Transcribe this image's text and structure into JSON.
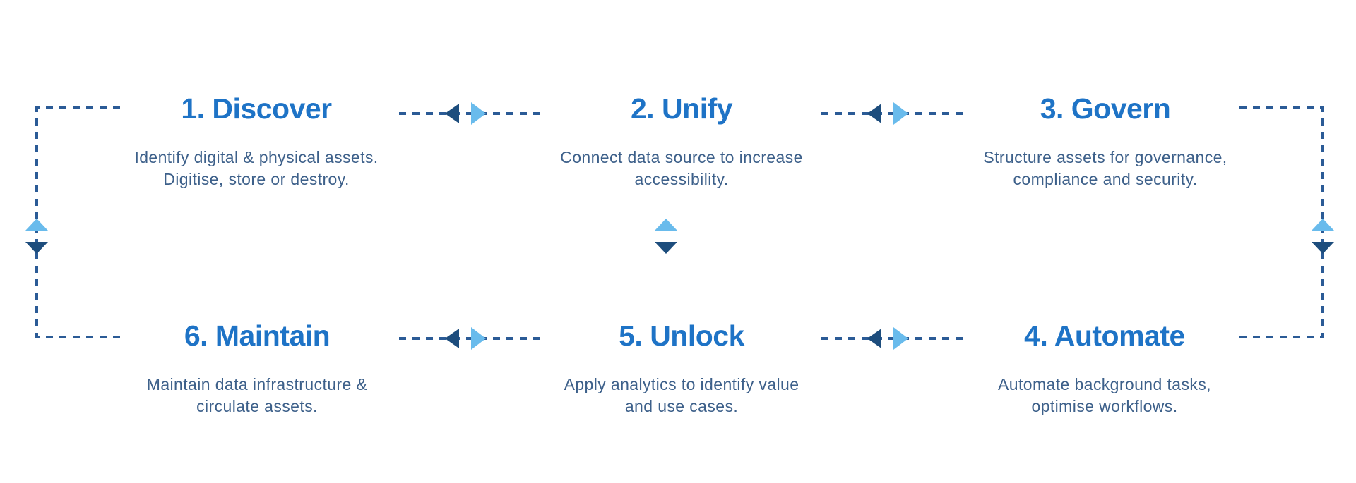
{
  "diagram": {
    "name": "data-lifecycle-cycle-diagram",
    "colors": {
      "background": "#ffffff",
      "title_blue": "#1e73c6",
      "body_text_blue": "#3d608a",
      "dash_line_blue": "#2b5b96",
      "arrow_dark_navy": "#1d4d7d",
      "arrow_light_blue": "#69bbec"
    },
    "steps": [
      {
        "title": "1. Discover",
        "line1": "Identify digital & physical assets.",
        "line2": "Digitise, store or destroy."
      },
      {
        "title": "2. Unify",
        "line1": "Connect data source to increase",
        "line2": "accessibility."
      },
      {
        "title": "3. Govern",
        "line1": "Structure assets for governance,",
        "line2": "compliance and security."
      },
      {
        "title": "4. Automate",
        "line1": "Automate background tasks,",
        "line2": "optimise workflows."
      },
      {
        "title": "5. Unlock",
        "line1": "Apply analytics to identify value",
        "line2": "and use cases."
      },
      {
        "title": "6. Maintain",
        "line1": "Maintain data infrastructure &",
        "line2": "circulate assets."
      }
    ],
    "connectors": {
      "style": "dashed",
      "horizontal": [
        {
          "between": [
            "1. Discover",
            "2. Unify"
          ],
          "icons": [
            "arrow-left-icon",
            "arrow-right-icon"
          ]
        },
        {
          "between": [
            "2. Unify",
            "3. Govern"
          ],
          "icons": [
            "arrow-left-icon",
            "arrow-right-icon"
          ]
        },
        {
          "between": [
            "6. Maintain",
            "5. Unlock"
          ],
          "icons": [
            "arrow-left-icon",
            "arrow-right-icon"
          ]
        },
        {
          "between": [
            "5. Unlock",
            "4. Automate"
          ],
          "icons": [
            "arrow-left-icon",
            "arrow-right-icon"
          ]
        }
      ],
      "vertical": [
        {
          "between": [
            "6. Maintain",
            "1. Discover"
          ],
          "icons": [
            "arrow-up-icon",
            "arrow-down-icon"
          ]
        },
        {
          "between": [
            "2. Unify",
            "5. Unlock"
          ],
          "icons": [
            "arrow-up-icon",
            "arrow-down-icon"
          ]
        },
        {
          "between": [
            "3. Govern",
            "4. Automate"
          ],
          "icons": [
            "arrow-up-icon",
            "arrow-down-icon"
          ]
        }
      ]
    }
  }
}
